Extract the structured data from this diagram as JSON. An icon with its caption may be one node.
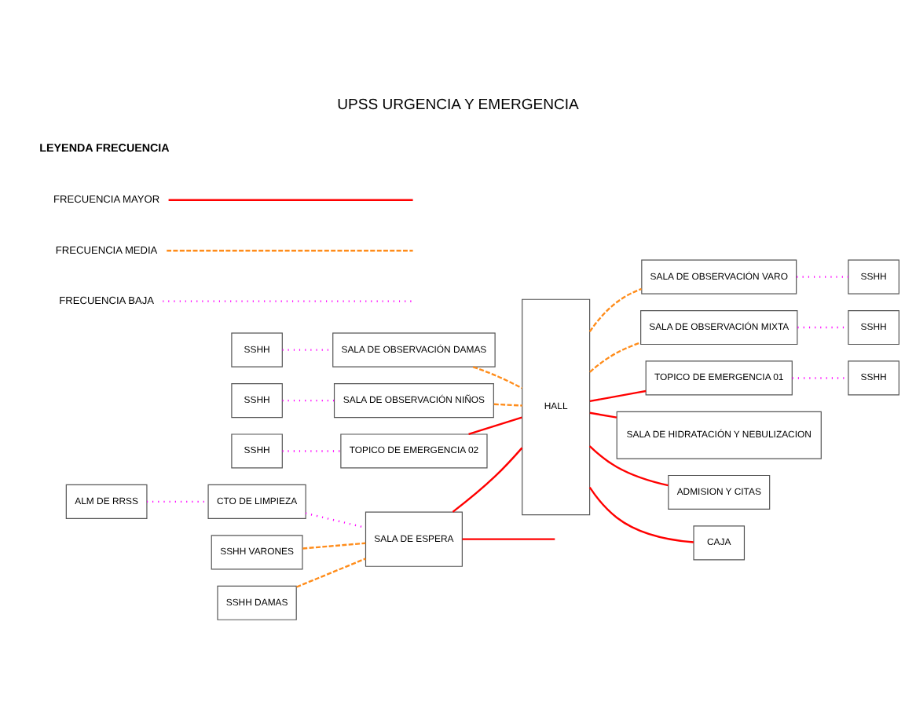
{
  "diagram": {
    "title": "UPSS URGENCIA Y EMERGENCIA",
    "nodes": [
      {
        "text": [
          "SSHH"
        ]
      },
      {
        "text": [
          "SALA DE OBSERVACIÓN DAMAS"
        ]
      },
      {
        "text": [
          "HALL"
        ]
      },
      {
        "text": [
          "SALA DE OBSERVACIÓN VARO"
        ]
      },
      {
        "text": [
          "SSHH"
        ]
      },
      {
        "text": [
          "SSHH"
        ]
      },
      {
        "text": [
          "SALA DE OBSERVACIÓN NIÑOS"
        ]
      },
      {
        "text": [
          "SALA DE OBSERVACIÓN MIXTA"
        ]
      },
      {
        "text": [
          "SSHH"
        ]
      },
      {
        "text": [
          "SSHH"
        ]
      },
      {
        "text": [
          "TOPICO DE EMERGENCIA 02"
        ]
      },
      {
        "text": [
          "TOPICO DE EMERGENCIA 01"
        ]
      },
      {
        "text": [
          "SSHH"
        ]
      },
      {
        "text": [
          "ALM DE RRSS"
        ]
      },
      {
        "text": [
          "CTO DE LIMPIEZA"
        ]
      },
      {
        "text": [
          "SALA DE ESPERA"
        ]
      },
      {
        "text": [
          "SALA DE HIDRATACIÓN Y NEBULIZACION"
        ]
      },
      {
        "text": [
          "SSHH VARONES"
        ]
      },
      {
        "text": [
          "SSHH DAMAS"
        ]
      },
      {
        "text": [
          "ADMISION Y CITAS"
        ]
      },
      {
        "text": [
          "CAJA"
        ]
      }
    ],
    "edges": [
      {
        "from": 0,
        "to": 1,
        "arrow": "none",
        "style": "dashed"
      },
      {
        "from": 1,
        "to": 2,
        "arrow": "none",
        "style": "dashed",
        "color": "#ff8c1a"
      },
      {
        "from": 2,
        "to": 3,
        "arrow": "none",
        "style": "dashed",
        "color": "#ff8c1a"
      },
      {
        "from": 3,
        "to": 4,
        "arrow": "none",
        "style": "dashed"
      },
      {
        "from": 5,
        "to": 6,
        "arrow": "none",
        "style": "dashed"
      },
      {
        "from": 6,
        "to": 2,
        "arrow": "none",
        "style": "dashed",
        "color": "#ff8c1a"
      },
      {
        "from": 2,
        "to": 7,
        "arrow": "none",
        "style": "dashed",
        "color": "#ff8c1a"
      },
      {
        "from": 7,
        "to": 8,
        "arrow": "none",
        "style": "dashed"
      },
      {
        "from": 9,
        "to": 10,
        "arrow": "none",
        "style": "dashed"
      },
      {
        "from": 10,
        "to": 2,
        "arrow": "none",
        "color": "#ff0000"
      },
      {
        "from": 2,
        "to": 11,
        "arrow": "none",
        "color": "#ff0000"
      },
      {
        "from": 11,
        "to": 12,
        "arrow": "none",
        "style": "dashed"
      },
      {
        "from": 13,
        "to": 14,
        "arrow": "none",
        "style": "dashed"
      },
      {
        "from": 14,
        "to": 15,
        "arrow": "none",
        "style": "dashed"
      },
      {
        "from": 15,
        "to": 2,
        "arrow": "none",
        "color": "#ff0000"
      },
      {
        "from": 2,
        "to": 16,
        "arrow": "none",
        "color": "#ff0000"
      },
      {
        "from": 17,
        "to": 15,
        "arrow": "none",
        "style": "dashed",
        "color": "#ff8c1a"
      },
      {
        "from": 18,
        "to": 15,
        "arrow": "none",
        "style": "dashed",
        "color": "#ff8c1a"
      },
      {
        "from": 15,
        "to": null,
        "arrow": "none",
        "color": "#ff0000"
      },
      {
        "from": 2,
        "to": 19,
        "arrow": "none",
        "color": "#ff0000"
      },
      {
        "from": 2,
        "to": 20,
        "arrow": "none",
        "color": "#ff0000"
      }
    ],
    "labels": [
      "LEYENDA FRECUENCIA"
    ],
    "legend": [
      {
        "text": "FRECUENCIA MAYOR"
      },
      {
        "text": "FRECUENCIA MEDIA"
      },
      {
        "text": "FRECUENCIA BAJA"
      }
    ]
  }
}
